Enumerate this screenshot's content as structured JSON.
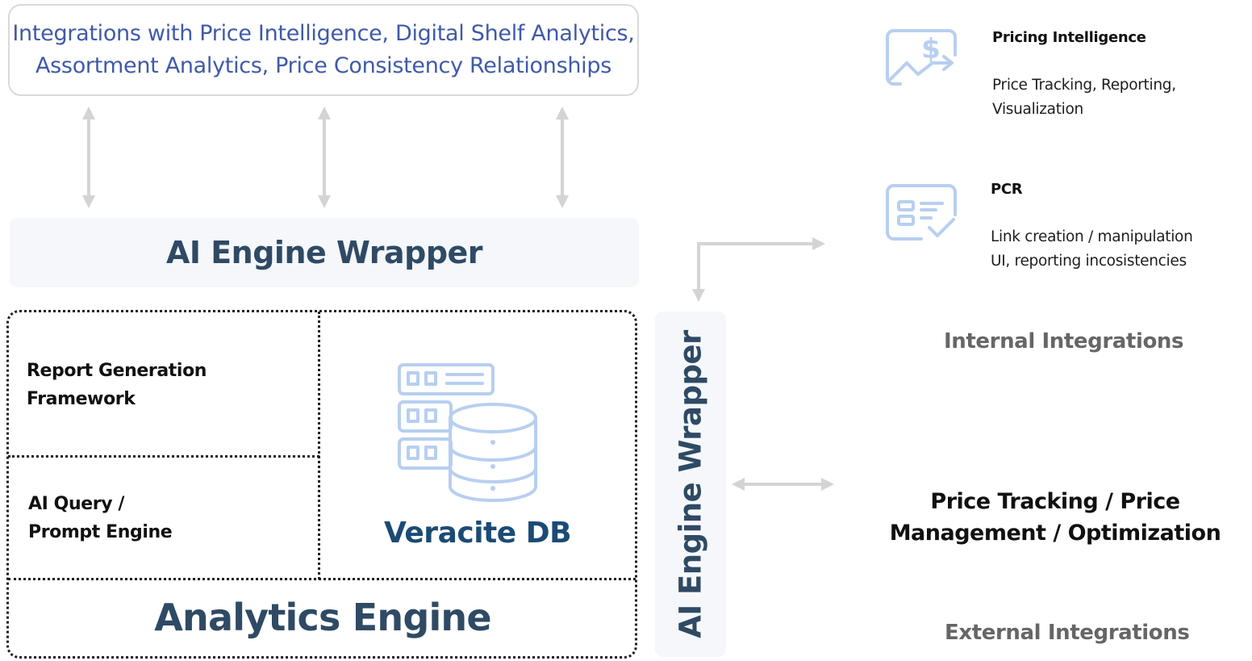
{
  "top_banner": {
    "line1": "Integrations with Price Intelligence, Digital Shelf Analytics,",
    "line2": "Assortment Analytics, Price Consistency Relationships"
  },
  "ai_engine_wrapper_horizontal": {
    "label": "AI Engine Wrapper"
  },
  "ai_engine_wrapper_vertical": {
    "label": "AI Engine Wrapper"
  },
  "analytics_engine": {
    "title": "Analytics Engine",
    "report_generation": {
      "line1": "Report Generation",
      "line2": "Framework"
    },
    "ai_query": {
      "line1": "AI Query /",
      "line2": "Prompt Engine"
    },
    "database": {
      "label": "Veracite DB",
      "icon": "database-server-icon"
    }
  },
  "internal_integrations": {
    "label": "Internal Integrations",
    "items": [
      {
        "title": "Pricing Intelligence",
        "desc_line1": "Price Tracking, Reporting,",
        "desc_line2": "Visualization",
        "icon": "price-chart-dollar-icon"
      },
      {
        "title": "PCR",
        "desc_line1": "Link creation / manipulation",
        "desc_line2": "UI, reporting incosistencies",
        "icon": "form-check-icon"
      }
    ]
  },
  "external_integrations": {
    "label": "External Integrations",
    "box_line1": "Price Tracking / Price",
    "box_line2": "Management / Optimization"
  },
  "colors": {
    "banner_text": "#3f5aa8",
    "heading_dark_blue": "#2f4a64",
    "db_label": "#1b4b74",
    "icon_blue": "#b7cff0",
    "arrow_gray": "#d4d4d4",
    "group_label_gray": "#666666",
    "wrapper_bg": "#f5f7fa"
  }
}
